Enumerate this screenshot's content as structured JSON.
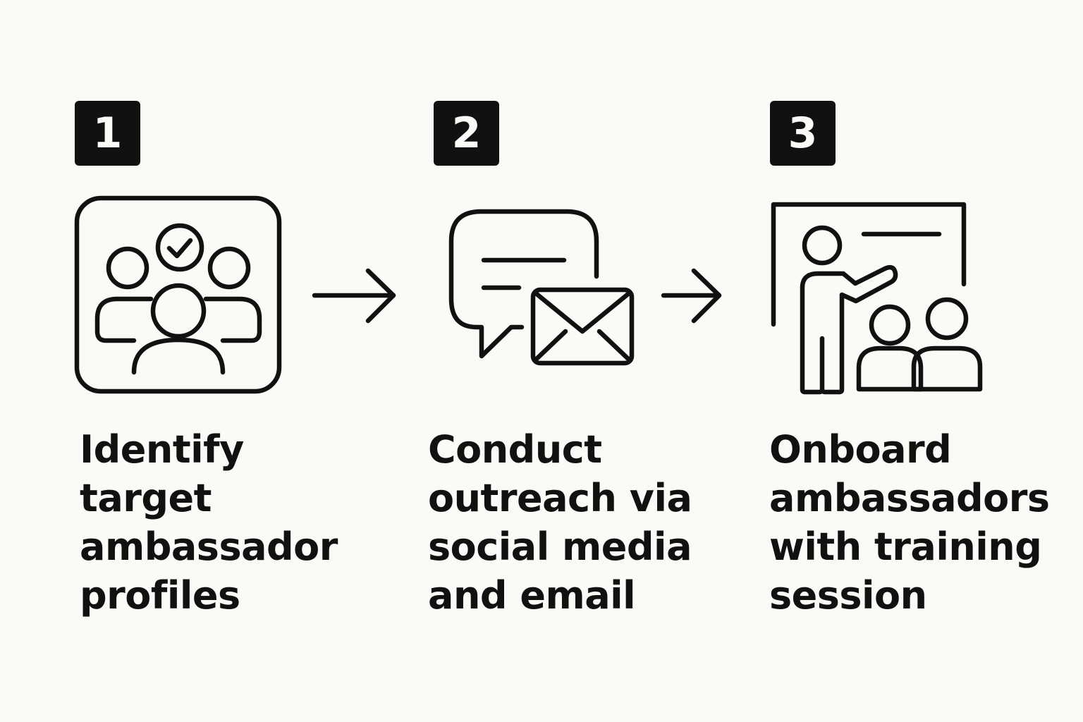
{
  "colors": {
    "background": "#fbfaf7",
    "ink": "#111111"
  },
  "steps": [
    {
      "number": "1",
      "icon": "group-check-icon",
      "lines": [
        "Identify",
        "target",
        "ambassador",
        "profiles"
      ]
    },
    {
      "number": "2",
      "icon": "chat-email-icon",
      "lines": [
        "Conduct",
        "outreach via",
        "social media",
        "and email"
      ]
    },
    {
      "number": "3",
      "icon": "training-presentation-icon",
      "lines": [
        "Onboard",
        "ambassadors",
        "with training",
        "session"
      ]
    }
  ],
  "connectors": [
    "arrow-right-icon",
    "arrow-right-icon"
  ]
}
